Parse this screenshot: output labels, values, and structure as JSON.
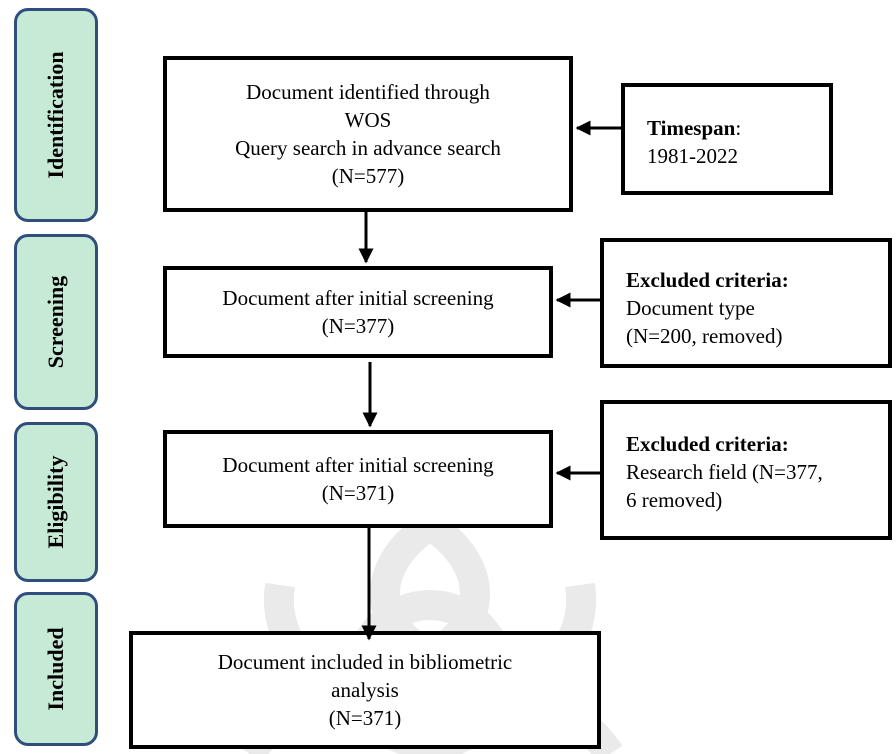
{
  "stages": [
    {
      "id": "identification",
      "label": "Identification"
    },
    {
      "id": "screening",
      "label": "Screening"
    },
    {
      "id": "eligibility",
      "label": "Eligibility"
    },
    {
      "id": "included",
      "label": "Included"
    }
  ],
  "boxes": {
    "identification": {
      "line1": "Document identified through",
      "line2": "WOS",
      "line3": "Query search in advance search",
      "line4": "(N=577)"
    },
    "screening": {
      "line1": "Document after initial screening",
      "line2": "(N=377)"
    },
    "eligibility": {
      "line1": "Document after initial screening",
      "line2": "(N=371)"
    },
    "included": {
      "line1": "Document included in bibliometric",
      "line2": "analysis",
      "line3": "(N=371)"
    }
  },
  "side_boxes": {
    "timespan": {
      "label": "Timespan",
      "colon": ":",
      "value": "1981-2022"
    },
    "excluded_screening": {
      "title": "Excluded criteria:",
      "line1": "Document type",
      "line2": "(N=200, removed)"
    },
    "excluded_eligibility": {
      "title": "Excluded criteria:",
      "line1": "Research field (N=377,",
      "line2": "6 removed)"
    }
  },
  "colors": {
    "stage_fill": "#c7ead6",
    "stage_border": "#2f4e7e",
    "box_border": "#000000",
    "watermark": "#808080"
  }
}
